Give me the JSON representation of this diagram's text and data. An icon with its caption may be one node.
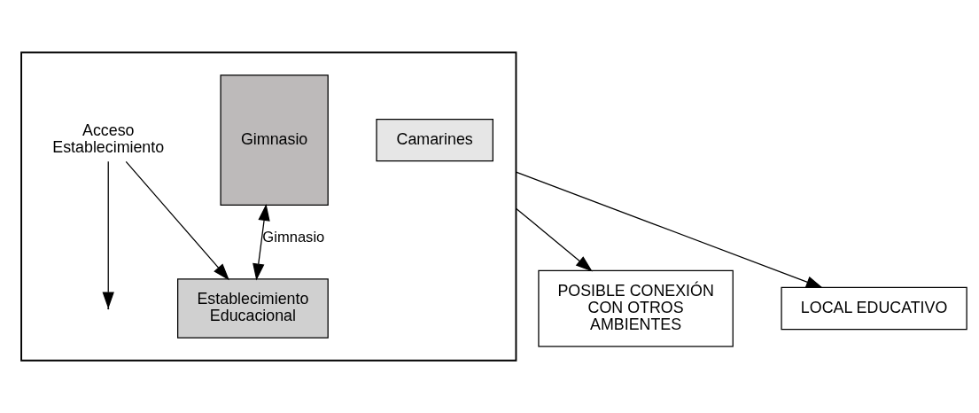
{
  "diagram": {
    "nodes": [
      {
        "text": [],
        "shape": "box"
      },
      {
        "text": [
          "Camarines"
        ],
        "in": 0
      },
      {
        "text": [
          "Gimnasio"
        ],
        "in": 0
      },
      {
        "text": [
          "Establecimiento Educacional"
        ],
        "in": 0
      },
      {
        "text": [
          "Acceso Establecimiento"
        ],
        "in": 0
      },
      {
        "text": [
          "POSIBLE CONEXIÓN CON OTROS AMBIENTES"
        ]
      },
      {
        "text": [
          "LOCAL EDUCATIVO"
        ]
      }
    ],
    "edges": [
      {
        "from": 4,
        "to": null,
        "arrow": "to"
      },
      {
        "from": 4,
        "to": 3,
        "arrow": "to"
      },
      {
        "from": 2,
        "to": 3,
        "arrow": "both",
        "label": "Gimnasio"
      },
      {
        "from": 0,
        "to": 5,
        "arrow": "to"
      },
      {
        "from": 0,
        "to": 6,
        "arrow": "to"
      }
    ]
  }
}
